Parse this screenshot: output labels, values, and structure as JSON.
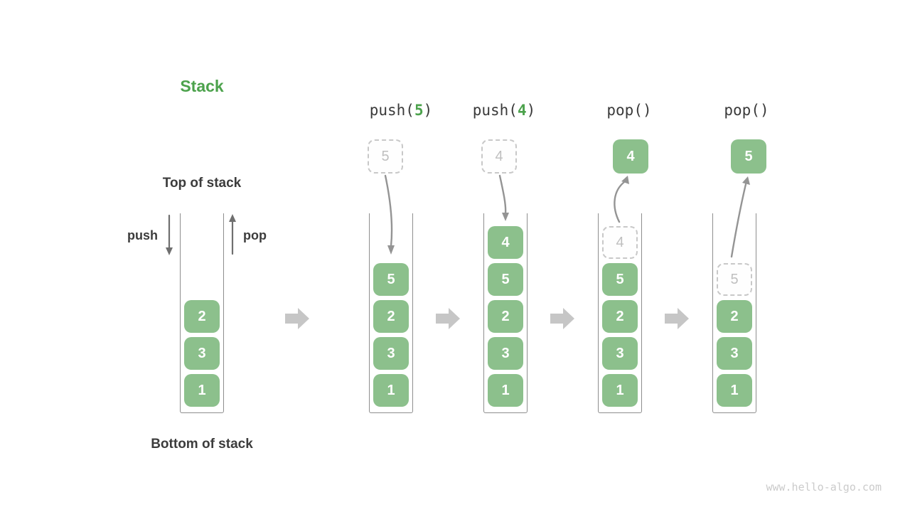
{
  "title": "Stack",
  "labels": {
    "top": "Top of stack",
    "bottom": "Bottom of stack",
    "push": "push",
    "pop": "pop"
  },
  "watermark": "www.hello-algo.com",
  "colors": {
    "box_green": "#8cc08c",
    "accent_green": "#4ca24c",
    "text_dark": "#3c3c3c",
    "wall_gray": "#8e8e8e",
    "arrow_gray": "#949494",
    "arrow_dark": "#6f6f6f",
    "block_arrow_gray": "#c6c6c6",
    "ghost_border_gray": "#c8c8c8",
    "ghost_text_gray": "#bfbfbf",
    "watermark_gray": "#cbcbcb"
  },
  "initial_stack": {
    "cells": [
      {
        "v": "2",
        "kind": "solid"
      },
      {
        "v": "3",
        "kind": "solid"
      },
      {
        "v": "1",
        "kind": "solid"
      }
    ]
  },
  "operations": [
    {
      "name": "push(5)",
      "header": {
        "prefix": "push(",
        "arg": "5",
        "suffix": ")"
      },
      "float": {
        "value": "5",
        "kind": "ghost"
      },
      "cells": [
        {
          "v": "5",
          "kind": "solid"
        },
        {
          "v": "2",
          "kind": "solid"
        },
        {
          "v": "3",
          "kind": "solid"
        },
        {
          "v": "1",
          "kind": "solid"
        }
      ]
    },
    {
      "name": "push(4)",
      "header": {
        "prefix": "push(",
        "arg": "4",
        "suffix": ")"
      },
      "float": {
        "value": "4",
        "kind": "ghost"
      },
      "cells": [
        {
          "v": "4",
          "kind": "solid"
        },
        {
          "v": "5",
          "kind": "solid"
        },
        {
          "v": "2",
          "kind": "solid"
        },
        {
          "v": "3",
          "kind": "solid"
        },
        {
          "v": "1",
          "kind": "solid"
        }
      ]
    },
    {
      "name": "pop()",
      "header": {
        "prefix": "pop()",
        "arg": "",
        "suffix": ""
      },
      "float": {
        "value": "4",
        "kind": "solid"
      },
      "cells": [
        {
          "v": "4",
          "kind": "ghost"
        },
        {
          "v": "5",
          "kind": "solid"
        },
        {
          "v": "2",
          "kind": "solid"
        },
        {
          "v": "3",
          "kind": "solid"
        },
        {
          "v": "1",
          "kind": "solid"
        }
      ]
    },
    {
      "name": "pop()",
      "header": {
        "prefix": "pop()",
        "arg": "",
        "suffix": ""
      },
      "float": {
        "value": "5",
        "kind": "solid"
      },
      "cells": [
        {
          "v": "5",
          "kind": "ghost"
        },
        {
          "v": "2",
          "kind": "solid"
        },
        {
          "v": "3",
          "kind": "solid"
        },
        {
          "v": "1",
          "kind": "solid"
        }
      ]
    }
  ]
}
